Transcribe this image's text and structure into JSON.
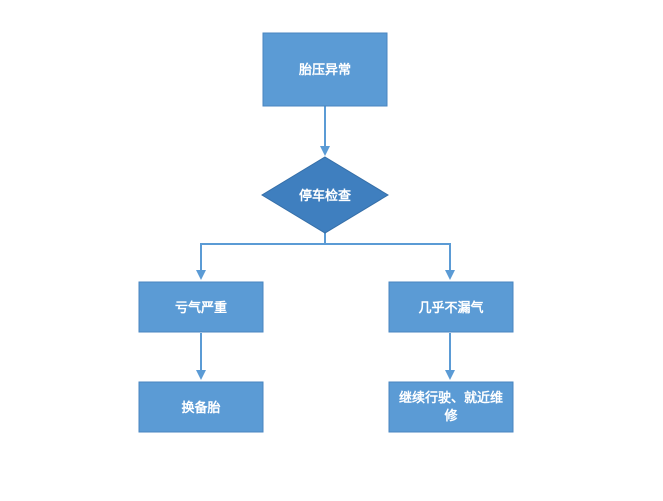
{
  "diagram": {
    "type": "flowchart",
    "nodes": {
      "start": {
        "label": "胎压异常",
        "shape": "rectangle"
      },
      "decision": {
        "label": "停车检查",
        "shape": "diamond"
      },
      "left_branch": {
        "label": "亏气严重",
        "shape": "rectangle"
      },
      "right_branch": {
        "label": "几乎不漏气",
        "shape": "rectangle"
      },
      "left_result": {
        "label": "换备胎",
        "shape": "rectangle"
      },
      "right_result": {
        "label_line1": "继续行驶、就近维",
        "label_line2": "修",
        "shape": "rectangle"
      }
    },
    "edges": [
      {
        "from": "start",
        "to": "decision"
      },
      {
        "from": "decision",
        "to": "left_branch"
      },
      {
        "from": "decision",
        "to": "right_branch"
      },
      {
        "from": "left_branch",
        "to": "left_result"
      },
      {
        "from": "right_branch",
        "to": "right_result"
      }
    ],
    "colors": {
      "box_fill": "#5b9bd5",
      "diamond_fill": "#3f7fbf",
      "connector": "#5b9bd5",
      "text": "#ffffff"
    }
  }
}
